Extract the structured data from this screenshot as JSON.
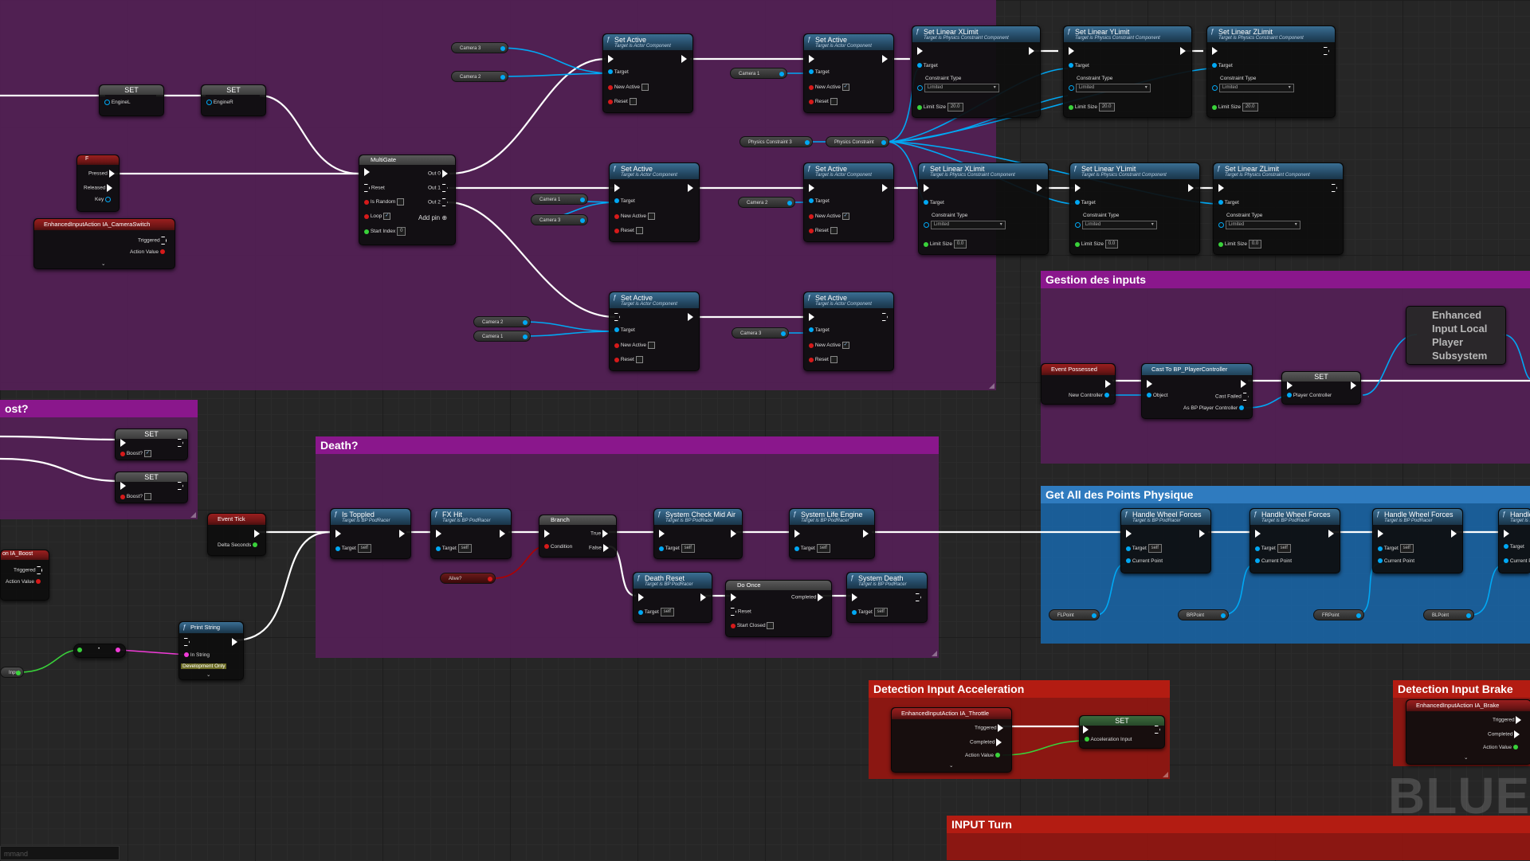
{
  "comments": {
    "top_group": "",
    "boost": "ost?",
    "death": "Death?",
    "inputs": "Gestion des inputs",
    "physics": "Get All des Points Physique",
    "accel": "Detection Input Acceleration",
    "brake": "Detection Input Brake",
    "turn": "INPUT Turn"
  },
  "common": {
    "set": "SET",
    "set_active": "Set Active",
    "target_actor_component": "Target is Actor Component",
    "target": "Target",
    "new_active": "New Active",
    "reset": "Reset",
    "self": "self",
    "target_physics_constraint": "Target is Physics Constraint Component",
    "constraint_type": "Constraint Type",
    "limited": "Limited",
    "limit_size": "Limit Size",
    "target_bp": "Target is BP PodRacer",
    "triggered": "Triggered",
    "action_value": "Action Value",
    "completed": "Completed"
  },
  "top": {
    "set1_pin": "EngineL",
    "set2_pin": "EngineR",
    "key_f_title": "F",
    "key_pressed": "Pressed",
    "key_released": "Released",
    "key_key": "Key",
    "cam_switch_title": "EnhancedInputAction IA_CameraSwitch",
    "multigate_title": "MultiGate",
    "mg_reset": "Reset",
    "mg_random": "Is Random",
    "mg_loop": "Loop",
    "mg_start": "Start Index",
    "mg_start_val": "0",
    "mg_out0": "Out 0",
    "mg_out1": "Out 1",
    "mg_out2": "Out 2",
    "mg_addpin": "Add pin",
    "camera1": "Camera 1",
    "camera2": "Camera 2",
    "camera3": "Camera 3",
    "physics_constraint3": "Physics Constraint 3",
    "physics_constraint": "Physics Constraint",
    "lin_x": "Set Linear XLimit",
    "lin_y": "Set Linear YLimit",
    "lin_z": "Set Linear ZLimit",
    "limit_20": "20.0",
    "limit_0": "0.0"
  },
  "boost": {
    "boost_pin": "Boost?",
    "ia_boost": "on IA_Boost"
  },
  "death": {
    "event_tick": "Event Tick",
    "delta_seconds": "Delta Seconds",
    "is_toppled": "Is Toppled",
    "fx_hit": "FX Hit",
    "branch": "Branch",
    "condition": "Condition",
    "true_label": "True",
    "false_label": "False",
    "alive_var": "Alive?",
    "sys_check": "System Check Mid Air",
    "sys_life": "System Life Engine",
    "death_reset": "Death Reset",
    "do_once": "Do Once",
    "start_closed": "Start Closed",
    "sys_death": "System Death",
    "print_string": "Print String",
    "in_string": "In String",
    "dev_only": "Development Only",
    "input_label": "Input"
  },
  "inputs": {
    "event_possessed": "Event Possessed",
    "new_controller": "New Controller",
    "cast_title": "Cast To BP_PlayerController",
    "object": "Object",
    "cast_failed": "Cast Failed",
    "as_bp": "As BP Player Controller",
    "player_controller": "Player Controller",
    "enhanced_subsystem": "Enhanced Input Local Player Subsystem"
  },
  "physics": {
    "hwf": "Handle Wheel Forces",
    "current_point": "Current Point",
    "fl": "FLPoint",
    "br": "BRPoint",
    "fr": "FRPoint",
    "bl": "BLPoint"
  },
  "accel": {
    "ia_throttle": "EnhancedInputAction IA_Throttle",
    "accel_input": "Acceleration Input"
  },
  "brake": {
    "ia_brake": "EnhancedInputAction IA_Brake"
  },
  "watermark": "BLUEP",
  "command_placeholder": "mmand",
  "colors": {
    "exec_wire": "#ffffff",
    "object_wire": "#00a8f4",
    "bool_wire": "#a00000",
    "float_wire": "#39d23a",
    "string_wire": "#f13bd8",
    "comment_purple": "#8a178c",
    "comment_blue": "#2f7bbf",
    "comment_red": "#b31c12"
  }
}
